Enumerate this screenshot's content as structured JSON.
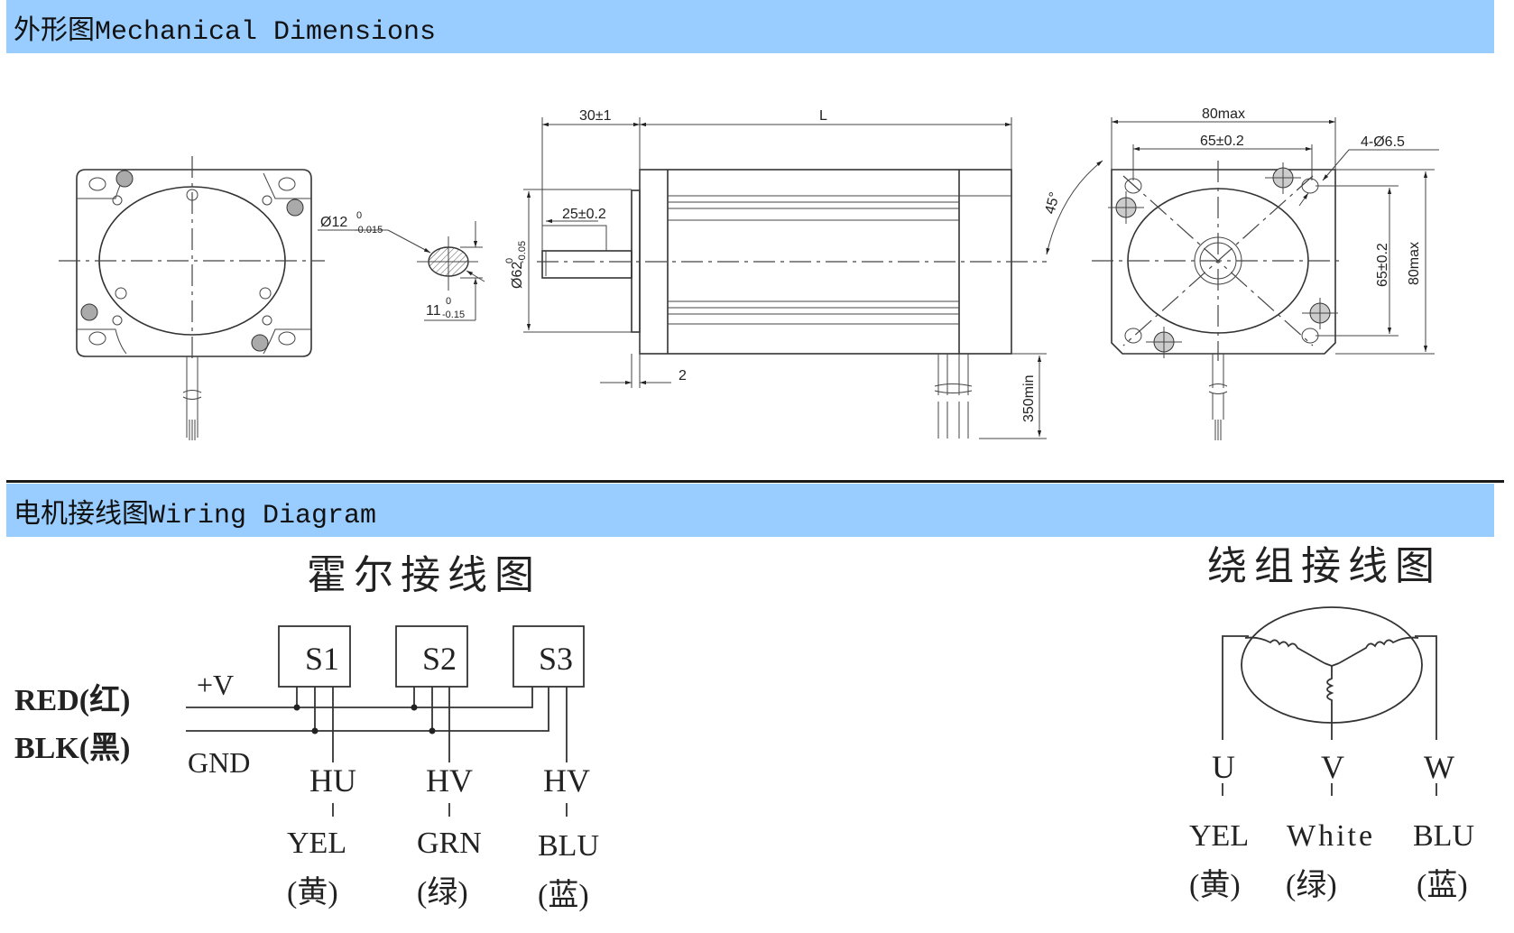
{
  "sections": {
    "mechanical": {
      "title": "外形图Mechanical Dimensions"
    },
    "wiring": {
      "title": "电机接线图Wiring Diagram"
    }
  },
  "mechanical_drawing": {
    "shaft_diameter": {
      "base": "Ø12",
      "upper": "0",
      "lower": "-0.015"
    },
    "flat_depth": {
      "base": "11",
      "upper": "0",
      "lower": "-0.15"
    },
    "pilot_diameter": {
      "base": "Ø62",
      "upper": "0",
      "lower": "-0.05"
    },
    "shaft_length": "30±1",
    "key_length": "25±0.2",
    "body_length": "L",
    "flange_thickness": "2",
    "lead_length": "350min",
    "angle": "45°",
    "frame_width": "80max",
    "hole_spacing_h": "65±0.2",
    "hole_spec": "4-Ø6.5",
    "hole_spacing_v": "65±0.2",
    "frame_height": "80max"
  },
  "hall_wiring": {
    "title": "霍尔接线图",
    "supply": [
      {
        "label": "RED(红)",
        "signal": "+V"
      },
      {
        "label": "BLK(黑)",
        "signal": "GND"
      }
    ],
    "sensors": [
      {
        "name": "S1",
        "output": "HU",
        "color": "YEL",
        "color_cn": "(黄)"
      },
      {
        "name": "S2",
        "output": "HV",
        "color": "GRN",
        "color_cn": "(绿)"
      },
      {
        "name": "S3",
        "output": "HV",
        "color": "BLU",
        "color_cn": "(蓝)"
      }
    ]
  },
  "winding_wiring": {
    "title": "绕组接线图",
    "phases": [
      {
        "phase": "U",
        "color": "YEL",
        "color_cn": "(黄)"
      },
      {
        "phase": "V",
        "color": "White",
        "color_cn": "(绿)"
      },
      {
        "phase": "W",
        "color": "BLU",
        "color_cn": "(蓝)"
      }
    ]
  },
  "colors": {
    "section_bar": "#99ccff",
    "ink": "#222222"
  }
}
